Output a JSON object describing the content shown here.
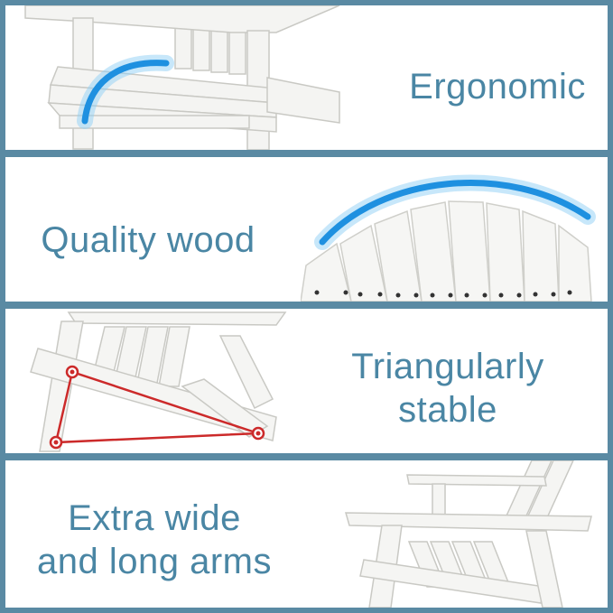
{
  "panels": [
    {
      "caption_lines": [
        "Ergonomic"
      ]
    },
    {
      "caption_lines": [
        "Quality wood"
      ]
    },
    {
      "caption_lines": [
        "Triangularly",
        "stable"
      ]
    },
    {
      "caption_lines": [
        "Extra wide",
        "and long arms"
      ]
    }
  ],
  "colors": {
    "frame": "#5a8aa3",
    "caption_text": "#4a86a4",
    "curve_accent": "#1e90e0",
    "triangle_accent": "#cc2a2a",
    "wood_white": "#ffffff"
  },
  "icons": [
    "ergonomic-curve-icon",
    "wood-curve-icon",
    "stability-triangle-icon"
  ]
}
